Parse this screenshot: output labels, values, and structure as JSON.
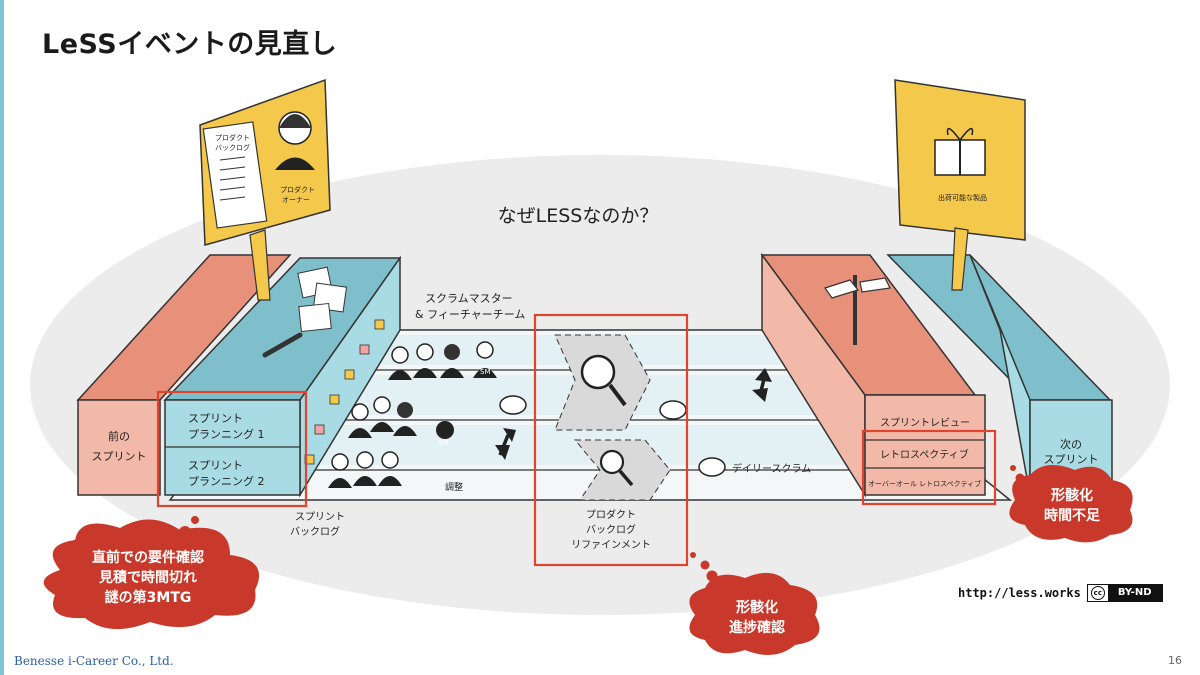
{
  "slide": {
    "title": "LeSSイベントの見直し",
    "company": "Benesse i-Career Co., Ltd.",
    "page_number": "16"
  },
  "illustration": {
    "center_question": "なぜLESSなのか？",
    "prev_sprint": [
      "前の",
      "スプリント"
    ],
    "next_sprint": [
      "次の",
      "スプリント"
    ],
    "po_sign": {
      "backlog": [
        "プロダクト",
        "バックログ"
      ],
      "owner": [
        "プロダクト",
        "オーナー"
      ]
    },
    "gift_sign": "出荷可能な製品",
    "scrum_master": [
      "スクラムマスター",
      "& フィーチャーチーム"
    ],
    "sm_badge": "SM",
    "sprint_planning_1": [
      "スプリント",
      "プランニング 1"
    ],
    "sprint_planning_2": [
      "スプリント",
      "プランニング 2"
    ],
    "sprint_backlog": [
      "スプリント",
      "バックログ"
    ],
    "adjust": "調整",
    "refinement": [
      "プロダクト",
      "バックログ",
      "リファインメント"
    ],
    "daily_scrum": "デイリースクラム",
    "sprint_review": "スプリントレビュー",
    "retrospective": "レトロスペクティブ",
    "overall_retro": "オーバーオール レトロスペクティブ"
  },
  "callouts": {
    "left": [
      "直前での要件確認",
      "見積で時間切れ",
      "謎の第3MTG"
    ],
    "middle": [
      "形骸化",
      "進捗確認"
    ],
    "right": [
      "形骸化",
      "時間不足"
    ]
  },
  "license": {
    "url": "http://less.works",
    "cc": "cc",
    "badge": "BY-ND"
  },
  "colors": {
    "cloud_red": "#c8392b",
    "highlight_red": "#e0442f",
    "sign_yellow": "#f4c84a",
    "box_salmon": "#e8917a",
    "box_teal": "#8fcfd9",
    "ellipse_gray": "#ececec"
  }
}
